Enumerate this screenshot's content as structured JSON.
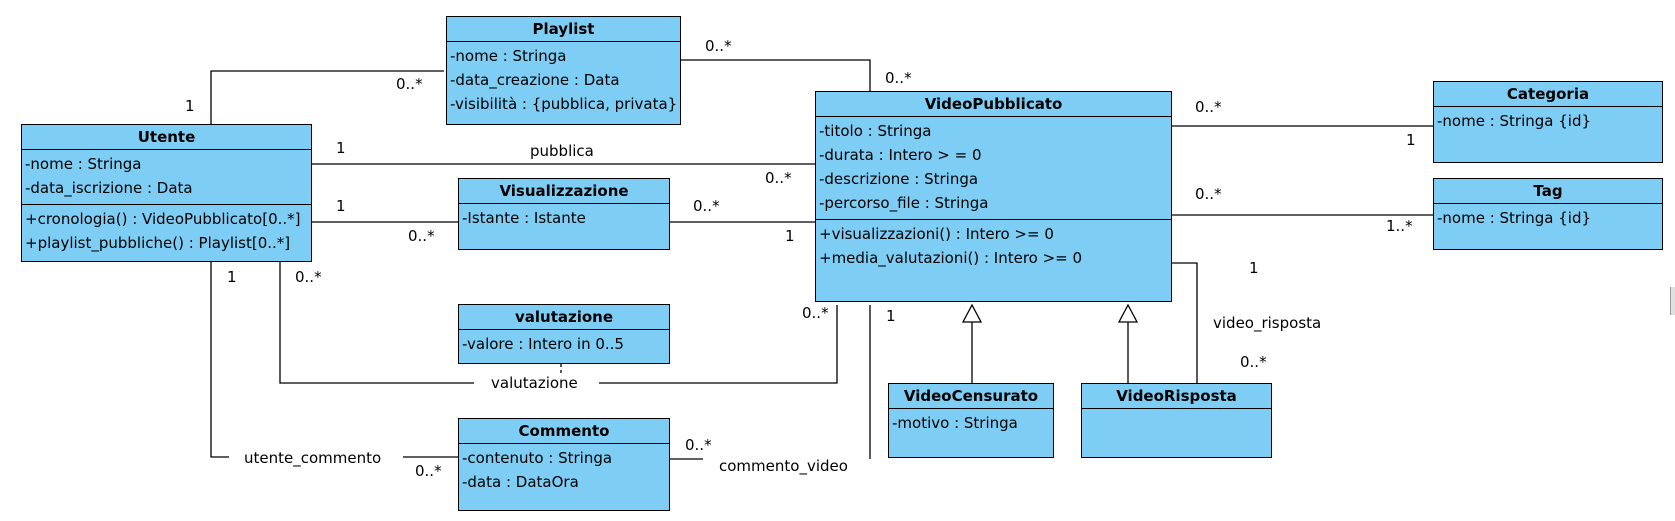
{
  "classes": {
    "playlist": {
      "name": "Playlist",
      "attributes": [
        "-nome : Stringa",
        "-data_creazione : Data",
        "-visibilità : {pubblica, privata}"
      ],
      "operations": []
    },
    "utente": {
      "name": "Utente",
      "attributes": [
        "-nome : Stringa",
        "-data_iscrizione : Data"
      ],
      "operations": [
        "+cronologia() : VideoPubblicato[0..*]",
        "+playlist_pubbliche() : Playlist[0..*]"
      ]
    },
    "visualizzazione": {
      "name": "Visualizzazione",
      "attributes": [
        "-Istante : Istante"
      ],
      "operations": []
    },
    "valutazione": {
      "name": "valutazione",
      "attributes": [
        "-valore : Intero in 0..5"
      ],
      "operations": []
    },
    "commento": {
      "name": "Commento",
      "attributes": [
        "-contenuto : Stringa",
        "-data : DataOra"
      ],
      "operations": []
    },
    "video_pubblicato": {
      "name": "VideoPubblicato",
      "attributes": [
        "-titolo : Stringa",
        "-durata : Intero > = 0",
        "-descrizione : Stringa",
        "-percorso_file : Stringa"
      ],
      "operations": [
        "+visualizzazioni() : Intero >=  0",
        "+media_valutazioni() : Intero >= 0"
      ]
    },
    "video_censurato": {
      "name": "VideoCensurato",
      "attributes": [
        "-motivo : Stringa"
      ],
      "operations": []
    },
    "video_risposta": {
      "name": "VideoRisposta",
      "attributes": [],
      "operations": []
    },
    "categoria": {
      "name": "Categoria",
      "attributes": [
        "-nome : Stringa {id}"
      ],
      "operations": []
    },
    "tag": {
      "name": "Tag",
      "attributes": [
        "-nome : Stringa {id}"
      ],
      "operations": []
    }
  },
  "associations": {
    "pubblica": "pubblica",
    "valutazione": "valutazione",
    "utente_commento": "utente_commento",
    "commento_video": "commento_video",
    "video_risposta": "video_risposta"
  },
  "multiplicities": {
    "utente_playlist_utente": "1",
    "utente_playlist_playlist": "0..*",
    "playlist_video_playlist": "0..*",
    "playlist_video_video": "0..*",
    "pubblica_utente": "1",
    "pubblica_video": "0..*",
    "vis_utente_1": "1",
    "vis_utente_2": "0..*",
    "vis_video_1": "0..*",
    "vis_video_2": "1",
    "val_utente": "0..*",
    "val_video": "0..*",
    "comm_utente_1": "1",
    "comm_utente_2": "0..*",
    "comm_video_1": "0..*",
    "comm_video_2": "1",
    "cat_video": "0..*",
    "cat_categoria": "1",
    "tag_video": "0..*",
    "tag_tag": "1..*",
    "risp_1": "1",
    "risp_2": "0..*"
  }
}
